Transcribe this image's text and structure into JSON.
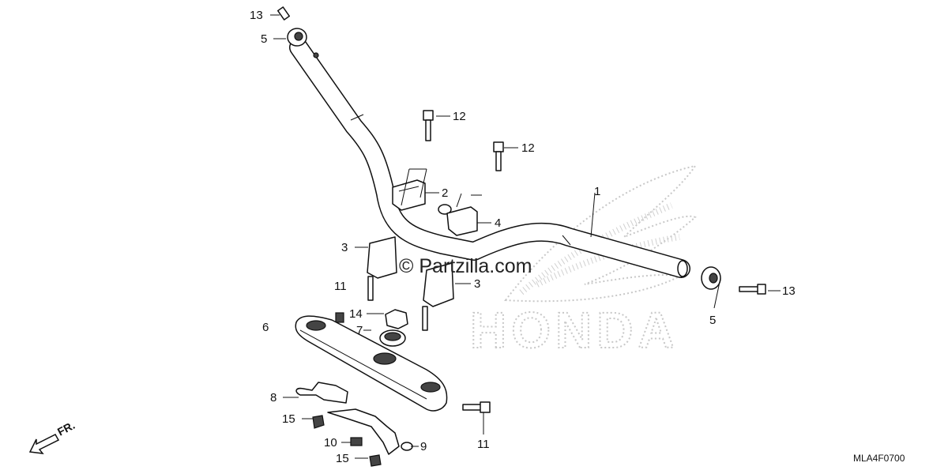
{
  "watermark": "© Partzilla.com",
  "diagram_code": "MLA4F0700",
  "direction_label": "FR.",
  "brand_mark": "HONDA",
  "colors": {
    "line": "#111111",
    "logo_dots": "#c8c8c8",
    "background": "#ffffff"
  },
  "callouts": {
    "p13a": "13",
    "p5a": "5",
    "p12a": "12",
    "p12b": "12",
    "p2": "2",
    "p4": "4",
    "p1": "1",
    "p3a": "3",
    "p3b": "3",
    "p11a": "11",
    "p14": "14",
    "p7": "7",
    "p6": "6",
    "p13b": "13",
    "p5b": "5",
    "p8": "8",
    "p15a": "15",
    "p11b": "11",
    "p10": "10",
    "p9": "9",
    "p15b": "15"
  }
}
